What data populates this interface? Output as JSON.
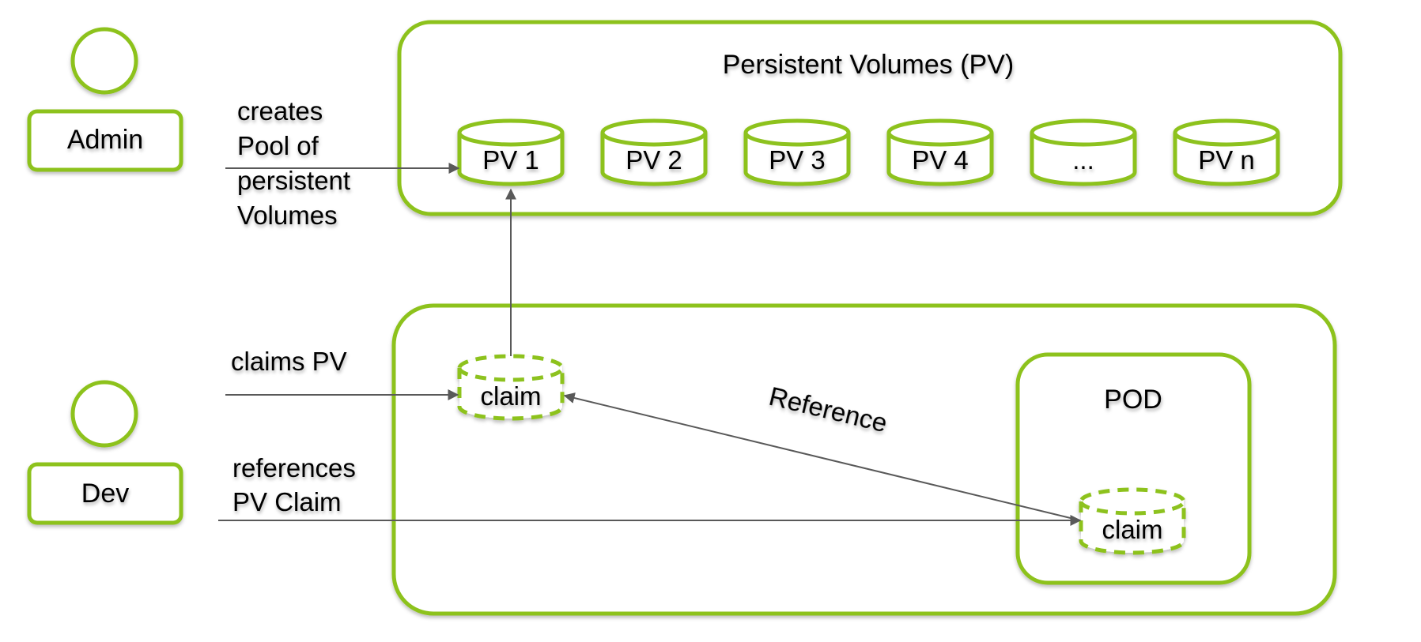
{
  "colors": {
    "accent": "#8dc21f",
    "connector": "#595959"
  },
  "actors": {
    "admin": {
      "label": "Admin",
      "icon": "person-icon"
    },
    "dev": {
      "label": "Dev",
      "icon": "person-icon"
    }
  },
  "edges": {
    "admin_creates": {
      "lines": [
        "creates",
        "Pool of",
        "persistent",
        "Volumes"
      ]
    },
    "dev_claims": {
      "label": "claims PV"
    },
    "dev_references": {
      "lines": [
        "references",
        "PV Claim"
      ]
    },
    "reference": {
      "label": "Reference"
    }
  },
  "pv_pool": {
    "title": "Persistent Volumes (PV)",
    "volumes": [
      "PV 1",
      "PV 2",
      "PV 3",
      "PV 4",
      "...",
      "PV n"
    ]
  },
  "dev_area": {
    "claim": {
      "label": "claim"
    },
    "pod": {
      "title": "POD",
      "claim": {
        "label": "claim"
      }
    }
  }
}
